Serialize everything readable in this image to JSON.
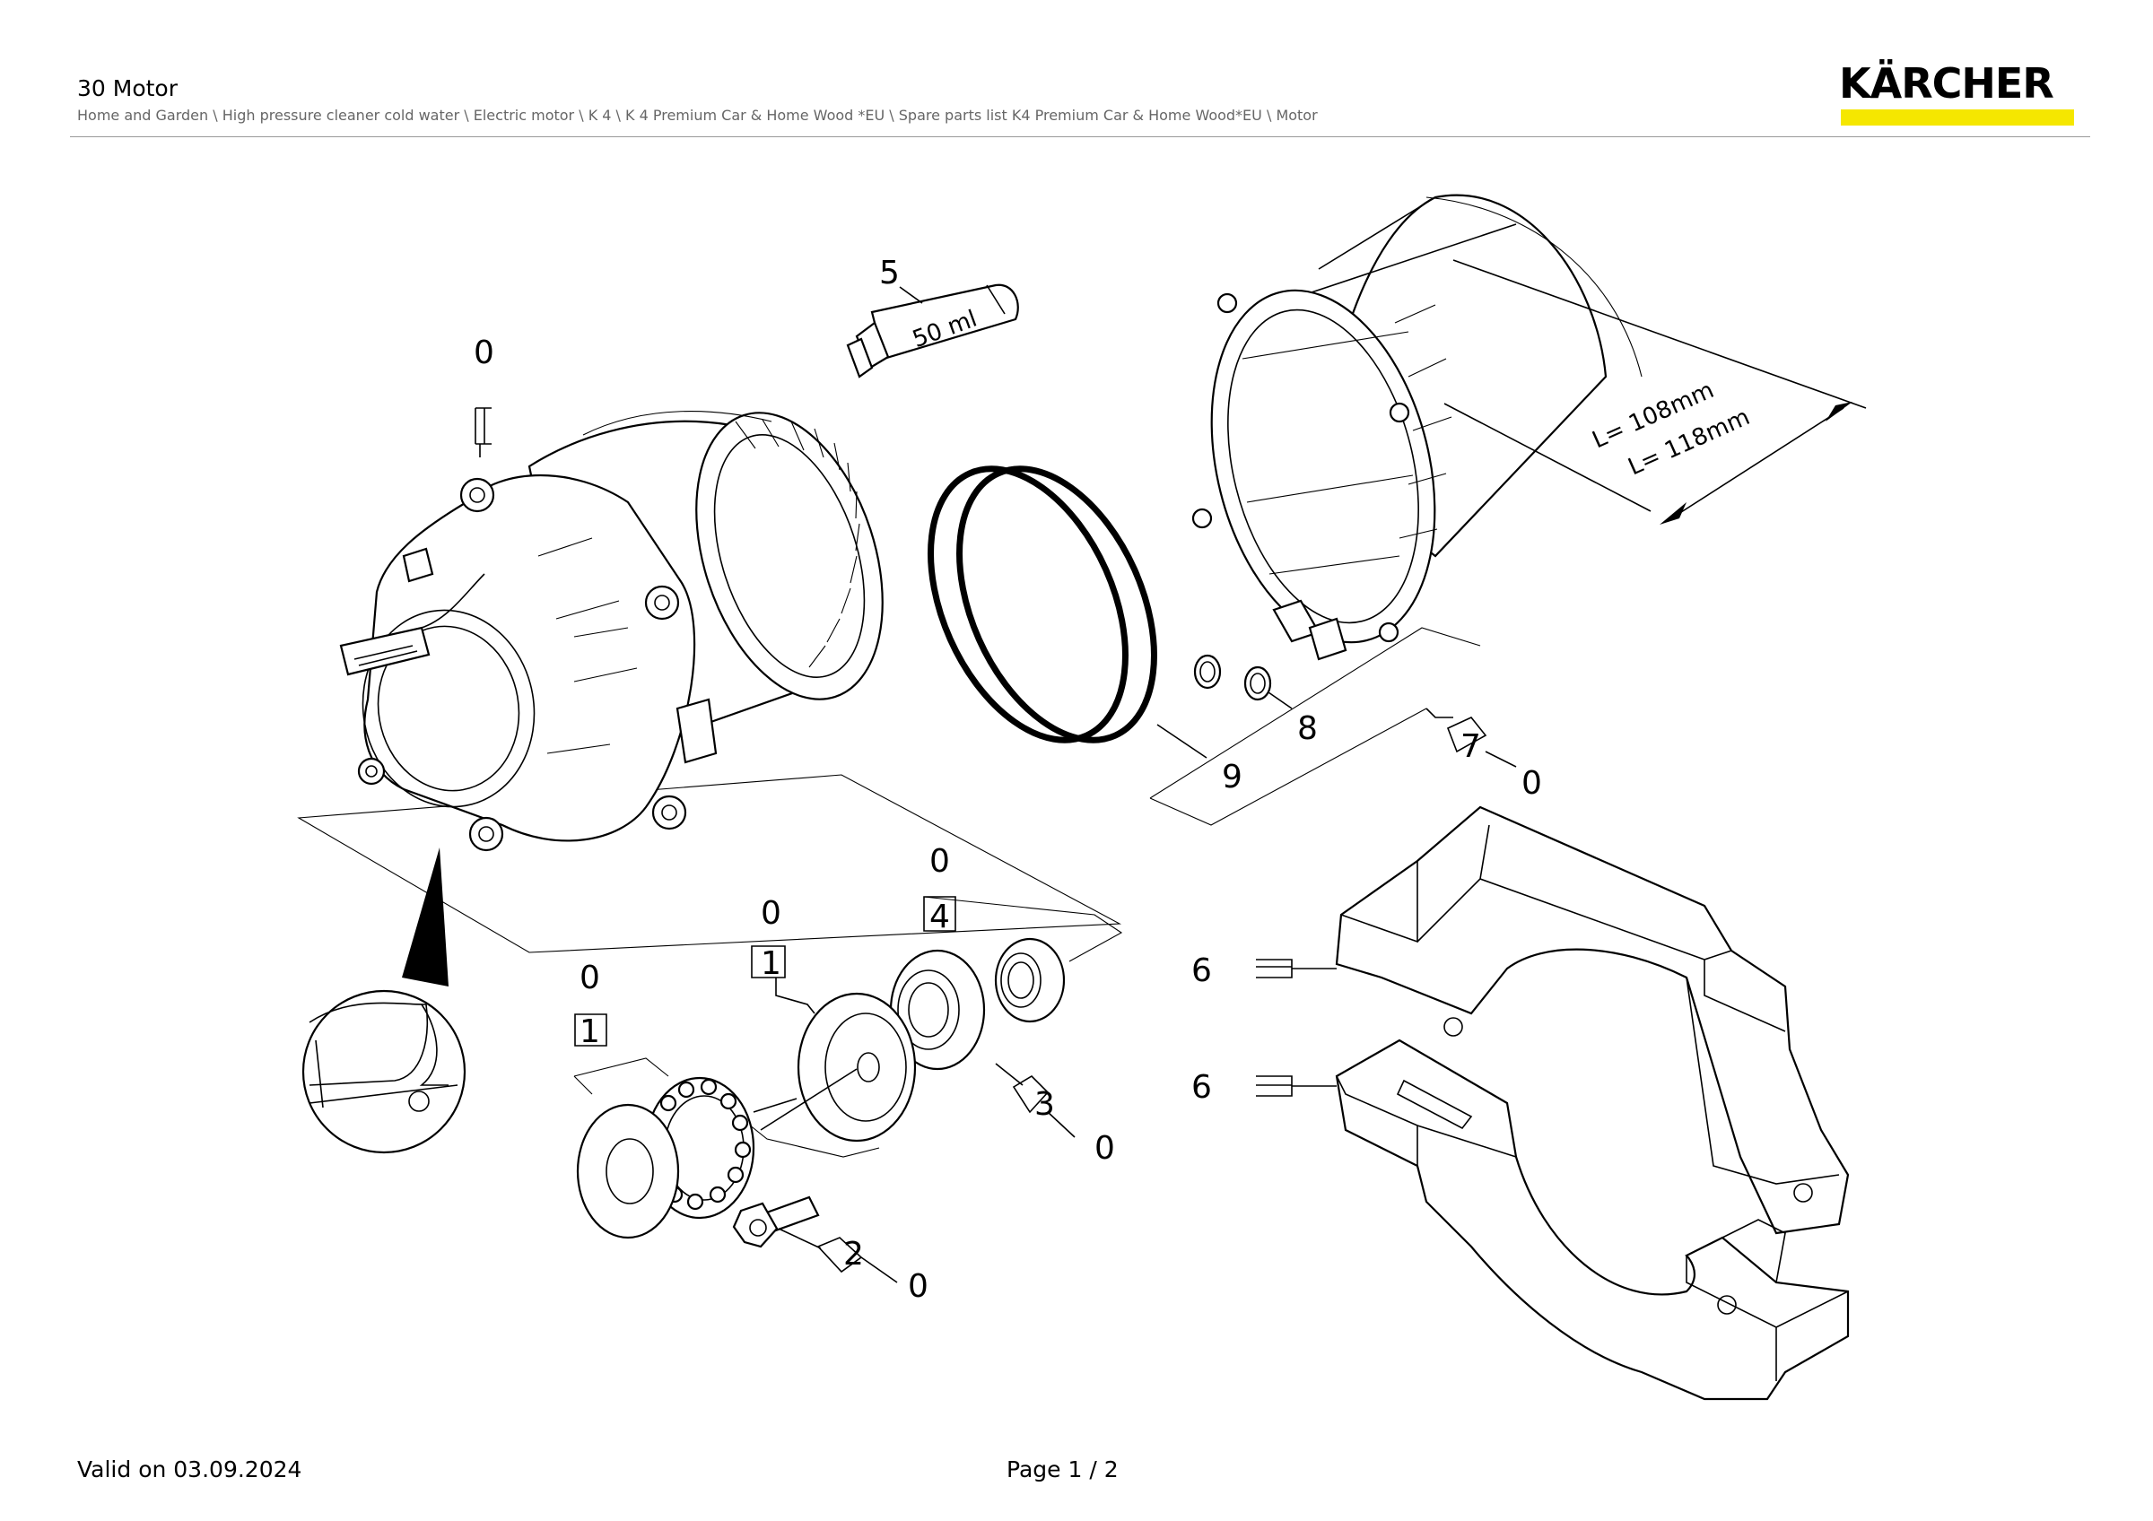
{
  "header": {
    "title": "30 Motor",
    "breadcrumb": "Home and Garden \\ High pressure cleaner cold water \\ Electric motor \\ K 4 \\ K 4 Premium Car & Home Wood *EU \\ Spare parts list K4 Premium Car & Home Wood*EU \\ Motor",
    "logo": "KÄRCHER",
    "logo_bar_color": "#f5e700"
  },
  "diagram": {
    "tube_label": "50 ml",
    "dimension_1": "L= 108mm",
    "dimension_2": "L= 118mm",
    "callouts": {
      "motor_top": "0",
      "grease_tube": "5",
      "seal_ring": "9",
      "o_rings": "8",
      "housing_group": "7",
      "housing_group_qty": "0",
      "bearing_group_qty": "0",
      "bearing_group": "4",
      "cap_qty": "0",
      "cap": "1",
      "thrust_qty": "0",
      "thrust": "1",
      "bearing_small": "3",
      "bearing_small_qty": "0",
      "screw": "2",
      "screw_qty": "0",
      "bracket_upper": "6",
      "bracket_lower": "6"
    }
  },
  "footer": {
    "valid": "Valid on 03.09.2024",
    "page": "Page 1 / 2"
  }
}
